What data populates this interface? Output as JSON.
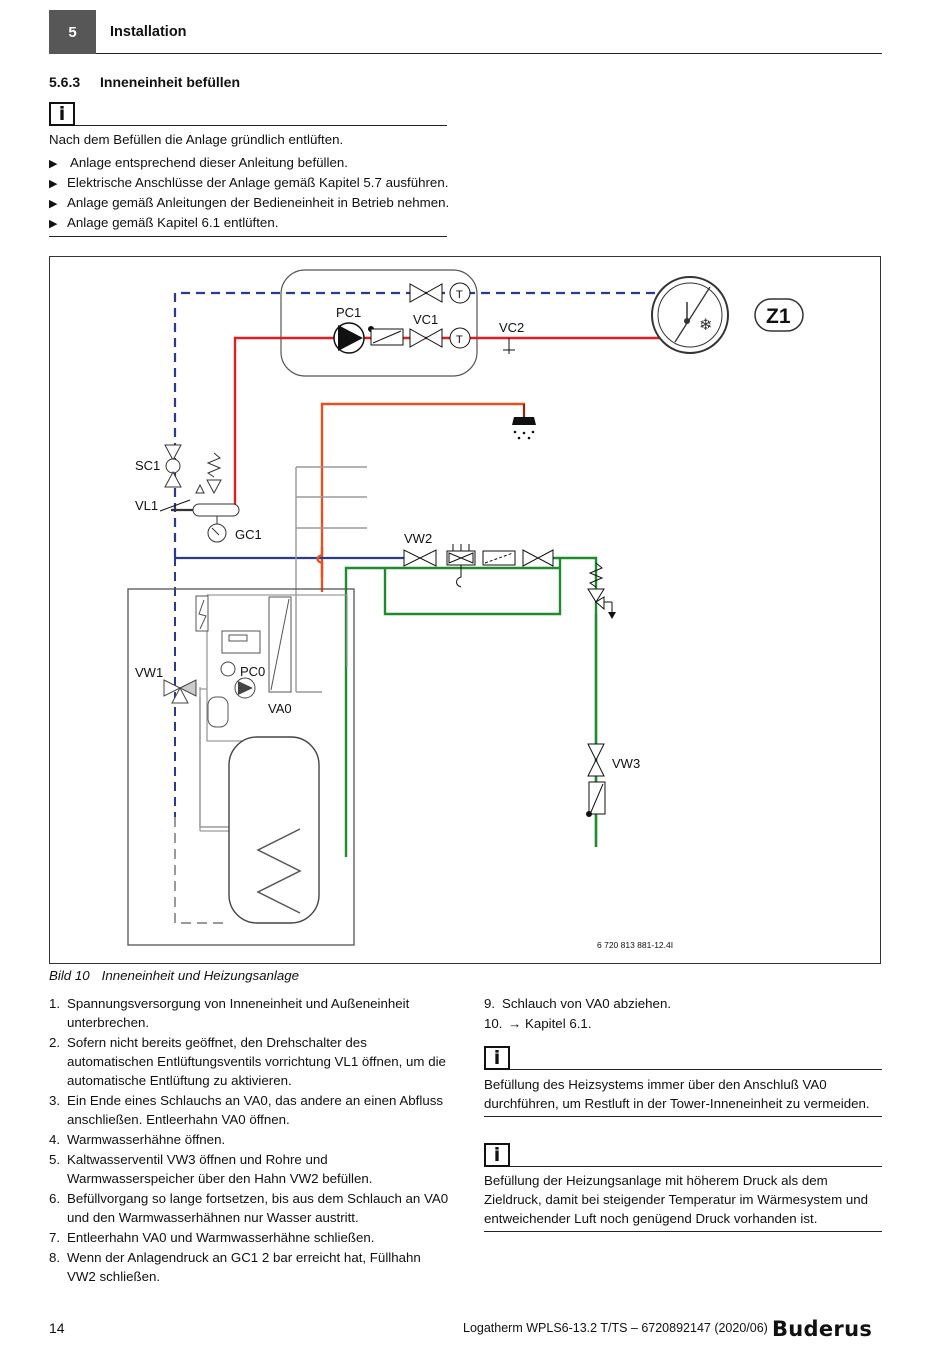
{
  "header": {
    "chapter_number": "5",
    "chapter_title": "Installation"
  },
  "section": {
    "number": "5.6.3",
    "title": "Inneneinheit befüllen"
  },
  "info_icon": "i",
  "intro": {
    "note": "Nach dem Befüllen die Anlage gründlich entlüften.",
    "bullets": [
      " Anlage entsprechend dieser Anleitung befüllen.",
      "Elektrische Anschlüsse der Anlage gemäß Kapitel  5.7 ausführen.",
      "Anlage gemäß Anleitungen der Bedieneinheit in Betrieb nehmen.",
      "Anlage gemäß Kapitel  6.1 entlüften."
    ]
  },
  "figure": {
    "labels": {
      "pc1": "PC1",
      "vc1": "VC1",
      "vc2": "VC2",
      "t1": "T",
      "t2": "T",
      "z1": "Z1",
      "sc1": "SC1",
      "vl1": "VL1",
      "gc1": "GC1",
      "vw2": "VW2",
      "vw1": "VW1",
      "pc0": "PC0",
      "va0": "VA0",
      "vw3": "VW3"
    },
    "ref": "6 720 813 881-12.4I",
    "colors": {
      "red": "#e02020",
      "blue": "#2a3b8f",
      "green": "#1f8a2e",
      "orange": "#e0541f",
      "grey": "#9a9a9a"
    }
  },
  "caption": {
    "number": "Bild 10",
    "text": "Inneneinheit und Heizungsanlage"
  },
  "steps_left": [
    {
      "n": "1.",
      "text": "Spannungsversorgung von Inneneinheit und Außeneinheit unterbrechen."
    },
    {
      "n": "2.",
      "text": " Sofern nicht bereits geöffnet, den Drehschalter des automatischen Entlüftungsventils vorrichtung VL1 öffnen, um die automatische Entlüftung zu aktivieren."
    },
    {
      "n": "3.",
      "text": "Ein Ende eines Schlauchs an VA0, das andere an einen Abfluss anschließen. Entleerhahn VA0 öffnen."
    },
    {
      "n": "4.",
      "text": "Warmwasserhähne öffnen."
    },
    {
      "n": "5.",
      "text": "Kaltwasserventil VW3 öffnen und Rohre und Warmwasserspeicher über den Hahn VW2 befüllen."
    },
    {
      "n": "6.",
      "text": "Befüllvorgang so lange fortsetzen, bis aus dem Schlauch an VA0 und den Warmwasserhähnen nur Wasser austritt."
    },
    {
      "n": "7.",
      "text": "Entleerhahn VA0 und Warmwasserhähne schließen."
    },
    {
      "n": "8.",
      "text": "Wenn der Anlagendruck an GC1 2 bar erreicht hat, Füllhahn VW2 schließen."
    }
  ],
  "steps_right": [
    {
      "n": "9.",
      "text": "Schlauch von VA0 abziehen."
    },
    {
      "n": "10.",
      "text": "→ Kapitel  6.1."
    }
  ],
  "notes_right": [
    "Befüllung des Heizsystems immer über den Anschluß VA0 durchführen, um Restluft in der Tower-Inneneinheit zu vermeiden.",
    "Befüllung der Heizungsanlage mit höherem Druck als dem Zieldruck, damit bei steigender Temperatur im Wärmesystem und entweichender Luft noch genügend Druck vorhanden ist."
  ],
  "footer": {
    "page_number": "14",
    "doc_ref": "Logatherm WPLS6-13.2 T/TS – 6720892147 (2020/06)",
    "brand": "Buderus"
  }
}
